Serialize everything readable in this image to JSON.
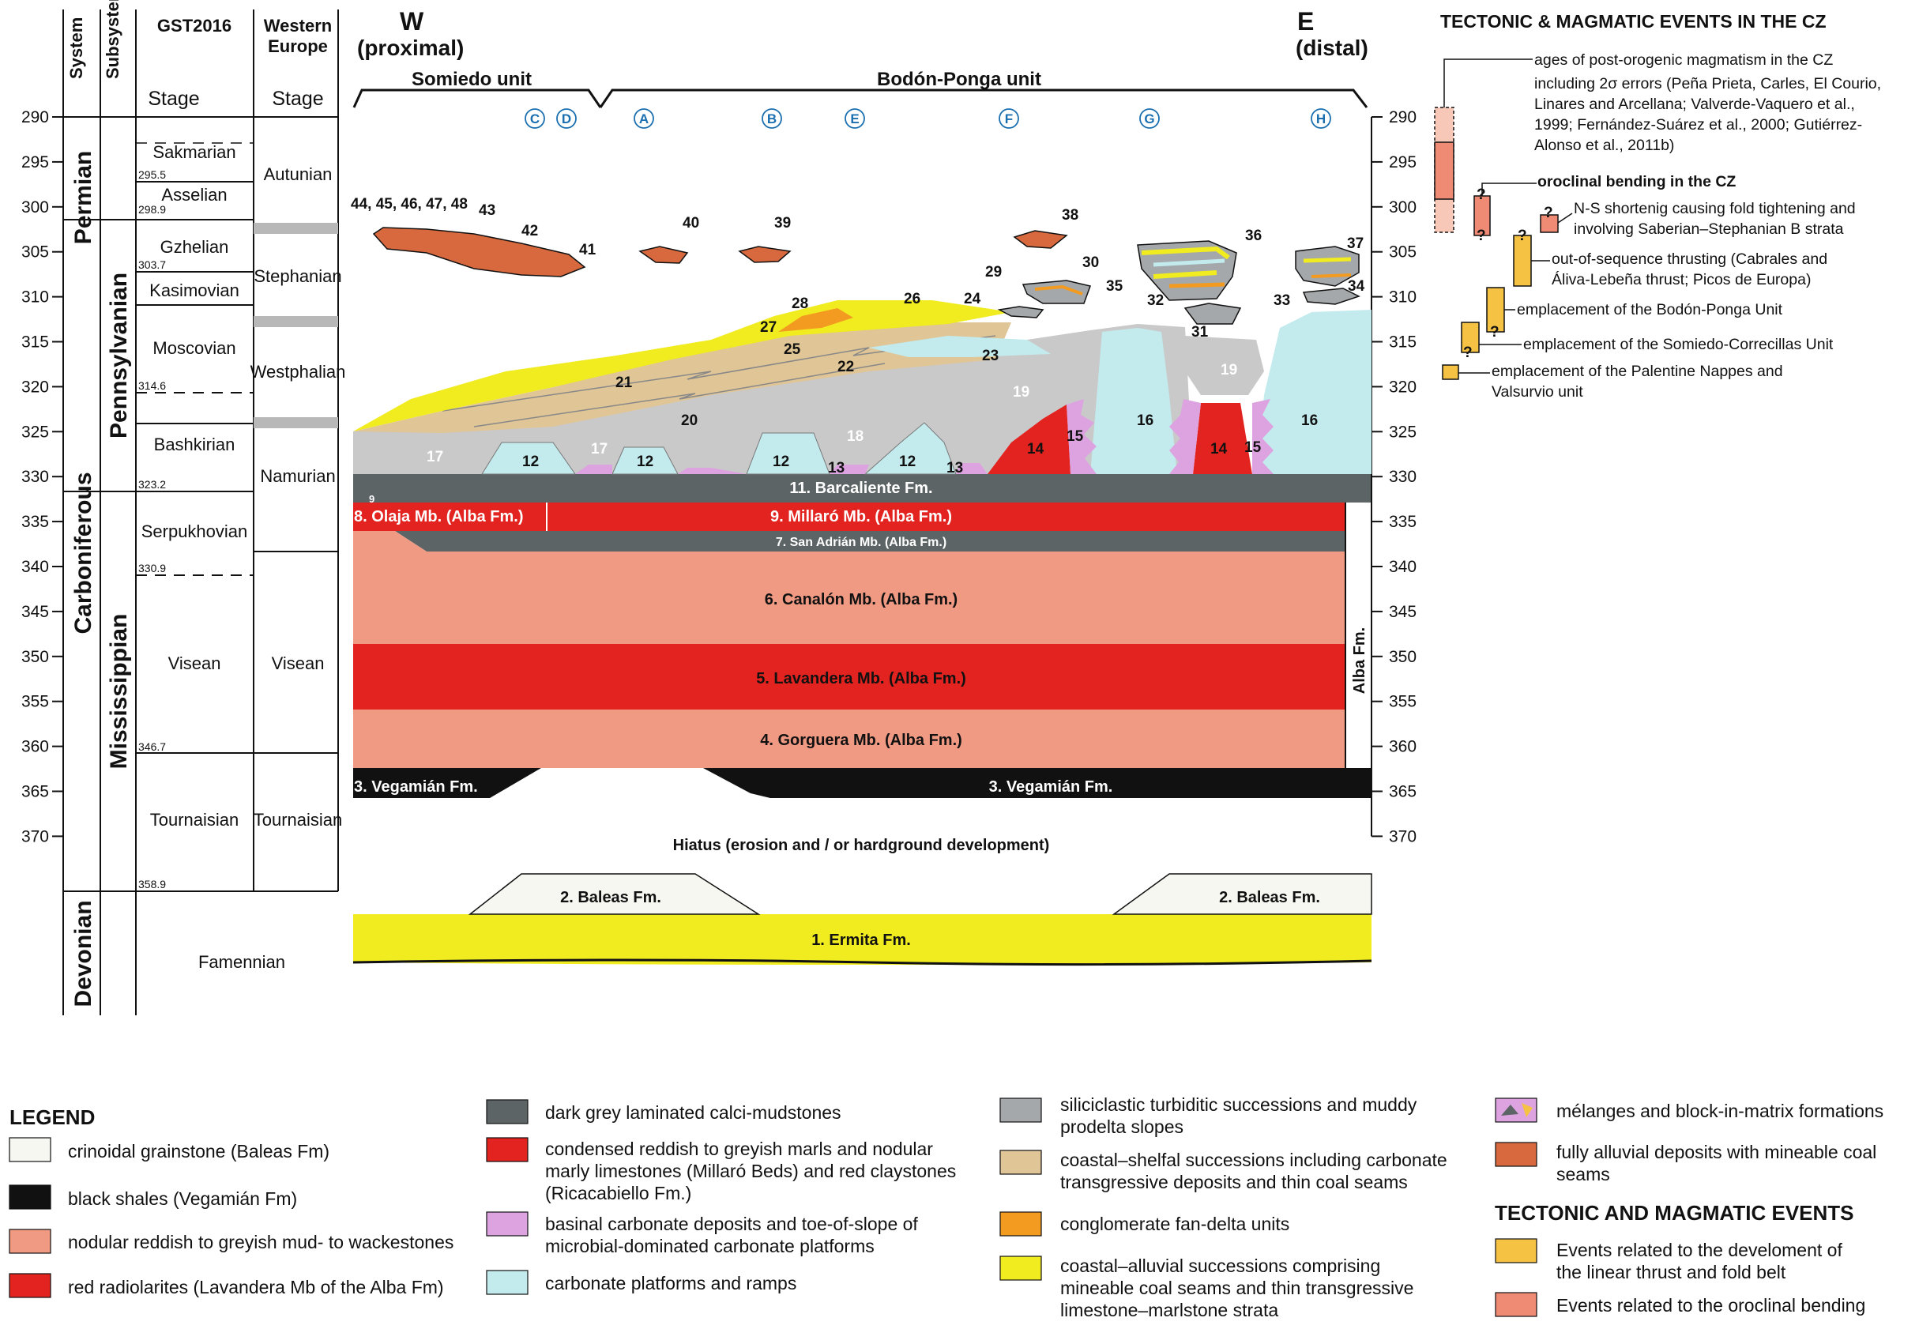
{
  "colors": {
    "alluvial_coal": "#d8693e",
    "red": "#e2231f",
    "salmon": "#f09a84",
    "dark_grey": "#5d6466",
    "yellow": "#f0ec20",
    "cyan": "#c3ebee",
    "pink": "#dda3e0",
    "tan": "#e0c596",
    "light_grey": "#c9c9c9",
    "turbidite_grey": "#a4a8aa",
    "orange": "#f29b20",
    "ivory": "#f6f7f0",
    "gold": "#f6c244",
    "event_red": "#ef8a74",
    "letter_blue": "#1a6fb0"
  },
  "left_axis": {
    "ticks": [
      "290",
      "295",
      "300",
      "305",
      "310",
      "315",
      "320",
      "325",
      "330",
      "335",
      "340",
      "345",
      "350",
      "355",
      "360",
      "365",
      "370"
    ]
  },
  "right_axis": {
    "ticks": [
      "290",
      "295",
      "300",
      "305",
      "310",
      "315",
      "320",
      "325",
      "330",
      "335",
      "340",
      "345",
      "350",
      "355",
      "360",
      "365",
      "370"
    ]
  },
  "columns": {
    "system": "System",
    "subsystem": "Subsystem",
    "gst_title": "GST2016",
    "gst_stage": "Stage",
    "we_title_1": "Western",
    "we_title_2": "Europe",
    "we_stage": "Stage"
  },
  "systems": {
    "permian": "Permian",
    "carboniferous": "Carboniferous",
    "devonian": "Devonian",
    "pennsylvanian": "Pennsylvanian",
    "mississippian": "Mississippian"
  },
  "gst_stages": {
    "sakmarian": "Sakmarian",
    "asselian": "Asselian",
    "gzhelian": "Gzhelian",
    "kasimovian": "Kasimovian",
    "moscovian": "Moscovian",
    "bashkirian": "Bashkirian",
    "serpukhovian": "Serpukhovian",
    "visean": "Visean",
    "tournaisian": "Tournaisian",
    "famennian": "Famennian"
  },
  "boundary_ages": {
    "a295_5": "295.5",
    "a298_9": "298.9",
    "a303_7": "303.7",
    "a314_6": "314.6",
    "a323_2": "323.2",
    "a330_9": "330.9",
    "a346_7": "346.7",
    "a358_9": "358.9"
  },
  "we_stages": {
    "autunian": "Autunian",
    "stephanian": "Stephanian",
    "westphalian": "Westphalian",
    "namurian": "Namurian",
    "visean": "Visean",
    "tournaisian": "Tournaisian"
  },
  "section": {
    "west_1": "W",
    "west_2": "(proximal)",
    "east_1": "E",
    "east_2": "(distal)",
    "somiedo": "Somiedo unit",
    "bodon": "Bodón-Ponga unit",
    "letters": [
      "C",
      "D",
      "A",
      "B",
      "E",
      "F",
      "G",
      "H"
    ]
  },
  "formations": {
    "f1": "1. Ermita Fm.",
    "f2a": "2. Baleas Fm.",
    "f2b": "2. Baleas Fm.",
    "hiatus": "Hiatus (erosion and / or hardground development)",
    "f3a": "3. Vegamián Fm.",
    "f3b": "3. Vegamián Fm.",
    "f4": "4. Gorguera Mb. (Alba Fm.)",
    "f5": "5. Lavandera Mb. (Alba Fm.)",
    "f6": "6. Canalón Mb. (Alba Fm.)",
    "f7": "7. San Adrián Mb. (Alba Fm.)",
    "f8": "8. Olaja Mb. (Alba Fm.)",
    "f9": "9. Millaró Mb. (Alba Fm.)",
    "f9_small": "9",
    "f11": "11. Barcaliente Fm.",
    "alba": "Alba Fm."
  },
  "unit_numbers": {
    "n12a": "12",
    "n12b": "12",
    "n12c": "12",
    "n12d": "12",
    "n13a": "13",
    "n13b": "13",
    "n14a": "14",
    "n14b": "14",
    "n15a": "15",
    "n15b": "15",
    "n16a": "16",
    "n16b": "16",
    "n17a": "17",
    "n17b": "17",
    "n18": "18",
    "n19a": "19",
    "n19b": "19",
    "n20": "20",
    "n21": "21",
    "n22": "22",
    "n23": "23",
    "n24": "24",
    "n25": "25",
    "n26": "26",
    "n27": "27",
    "n28": "28",
    "n29": "29",
    "n30": "30",
    "n31": "31",
    "n32": "32",
    "n33": "33",
    "n34": "34",
    "n35": "35",
    "n36": "36",
    "n37": "37",
    "n38": "38",
    "n39": "39",
    "n40": "40",
    "n41": "41",
    "n42": "42",
    "n43": "43",
    "n44_48": "44, 45, 46, 47, 48"
  },
  "events": {
    "title": "TECTONIC & MAGMATIC EVENTS IN THE CZ",
    "magmatism_1": "ages of post-orogenic magmatism in the CZ",
    "magmatism_2": "including 2σ errors (Peña Prieta, Carles, El Courio,",
    "magmatism_3": "Linares and Arcellana; Valverde-Vaquero et al.,",
    "magmatism_4": "1999; Fernández-Suárez et al., 2000; Gutiérrez-",
    "magmatism_5": "Alonso et al., 2011b)",
    "oroclinal": "oroclinal bending in the CZ",
    "ns_1": "N-S shortenig causing fold tightening and",
    "ns_2": "involving Saberian–Stephanian B strata",
    "oos_1": "out-of-sequence thrusting (Cabrales and",
    "oos_2": "Áliva-Lebeña thrust; Picos de Europa)",
    "bodon": "emplacement of the Bodón-Ponga Unit",
    "somiedo": "emplacement of the Somiedo-Correcillas Unit",
    "palentine_1": "emplacement of the Palentine Nappes and",
    "palentine_2": "Valsurvio unit",
    "q": "?"
  },
  "legend": {
    "title": "LEGEND",
    "crinoidal": "crinoidal grainstone (Baleas Fm)",
    "black_shales": "black shales (Vegamián Fm)",
    "nodular": "nodular reddish to greyish mud- to wackestones",
    "radiolarites": "red radiolarites (Lavandera Mb of the Alba Fm)",
    "dark_grey": "dark grey laminated calci-mudstones",
    "condensed_1": "condensed reddish to greyish marls and nodular",
    "condensed_2": "marly limestones (Millaró Beds) and red claystones",
    "condensed_3": "(Ricacabiello Fm.)",
    "basinal_1": "basinal carbonate deposits and toe-of-slope of",
    "basinal_2": "microbial-dominated carbonate platforms",
    "platforms": "carbonate platforms and ramps",
    "silici_1": "siliciclastic turbiditic successions and muddy",
    "silici_2": "prodelta slopes",
    "coastal_1": "coastal–shelfal successions including carbonate",
    "coastal_2": "transgressive deposits and thin coal seams",
    "conglomerate": "conglomerate fan-delta units",
    "alluvial_1": "coastal–alluvial successions comprising",
    "alluvial_2": "mineable coal seams and thin transgressive",
    "alluvial_3": "limestone–marlstone strata",
    "melanges": "mélanges and block-in-matrix formations",
    "fully_1": "fully alluvial deposits with mineable coal",
    "fully_2": "seams",
    "tect_title": "TECTONIC AND MAGMATIC EVENTS",
    "linear_1": "Events related to the develoment of",
    "linear_2": "the linear thrust and fold belt",
    "oroclinal": "Events related to the oroclinal bending"
  }
}
